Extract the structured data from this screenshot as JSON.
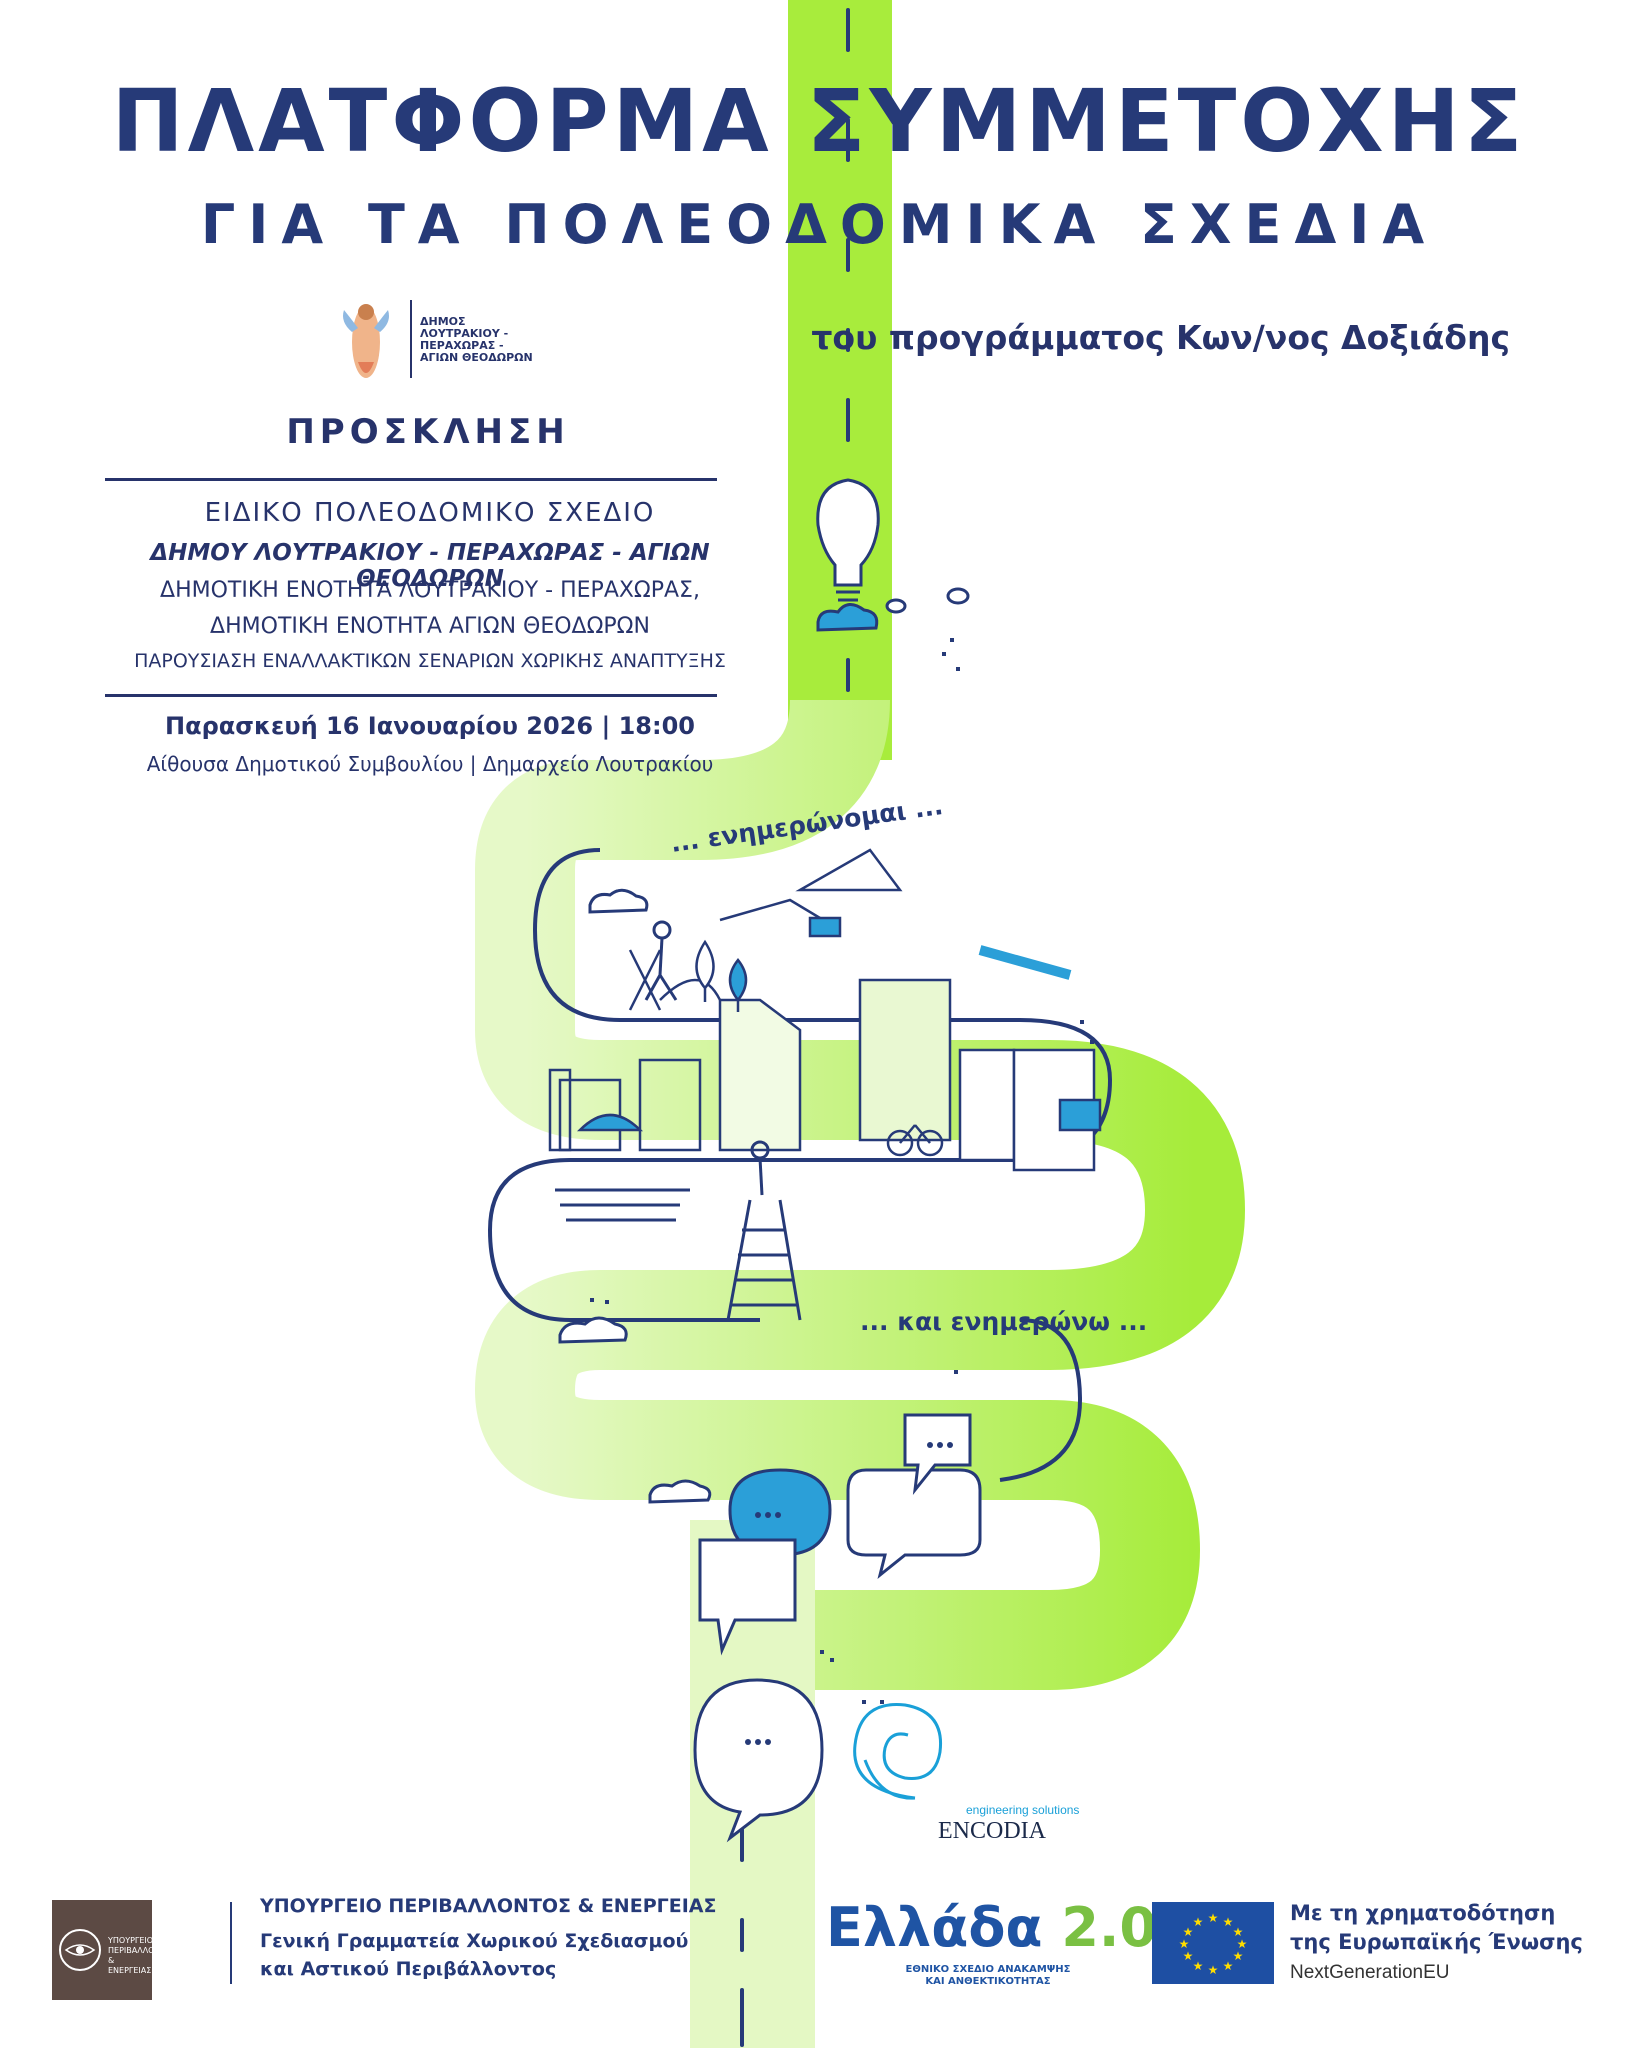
{
  "header": {
    "title_line1": "ΠΛΑΤΦΟΡΜΑ  ΣΥΜΜΕΤΟΧΗΣ",
    "title_line2": "ΓΙΑ ΤΑ ΠΟΛΕΟΔΟΜΙΚΑ ΣΧΕΔΙΑ",
    "subtitle": "του προγράμματος Κων/νος Δοξιάδης"
  },
  "municipality_logo": {
    "line1": "ΔΗΜΟΣ",
    "line2": "ΛΟΥΤΡΑΚΙΟΥ -",
    "line3": "ΠΕΡΑΧΩΡΑΣ -",
    "line4": "ΑΓΙΩΝ ΘΕΟΔΩΡΩΝ"
  },
  "invitation": {
    "heading": "ΠΡΟΣΚΛΗΣΗ",
    "plan": "ΕΙΔΙΚΟ ΠΟΛΕΟΔΟΜΙΚΟ ΣΧΕΔΙΟ",
    "municipality": "ΔΗΜΟΥ ΛΟΥΤΡΑΚΙΟΥ - ΠΕΡΑΧΩΡΑΣ - ΑΓΙΩΝ ΘΕΟΔΩΡΩΝ",
    "unit1": "ΔΗΜΟΤΙΚΗ ΕΝΟΤΗΤΑ ΛΟΥΤΡΑΚΙΟΥ - ΠΕΡΑΧΩΡΑΣ,",
    "unit2": "ΔΗΜΟΤΙΚΗ ΕΝΟΤΗΤΑ ΑΓΙΩΝ ΘΕΟΔΩΡΩΝ",
    "presentation": "ΠΑΡΟΥΣΙΑΣΗ ΕΝΑΛΛΑΚΤΙΚΩΝ ΣΕΝΑΡΙΩΝ ΧΩΡΙΚΗΣ ΑΝΑΠΤΥΞΗΣ",
    "datetime": "Παρασκευή 16 Ιανουαρίου 2026 | 18:00",
    "venue": "Αίθουσα Δημοτικού Συμβουλίου | Δημαρχείο Λουτρακίου"
  },
  "path_labels": {
    "informed": "... ενημερώνομαι ...",
    "inform": "... και ενημερώνω ..."
  },
  "footer": {
    "ministry_box_text": "ΥΠΟΥΡΓΕΙΟ ΠΕΡΙΒΑΛΛΟΝΤΟΣ & ΕΝΕΡΓΕΙΑΣ",
    "ministry_title": "ΥΠΟΥΡΓΕΙΟ ΠΕΡΙΒΑΛΛΟΝΤΟΣ & ΕΝΕΡΓΕΙΑΣ",
    "ministry_sub1": "Γενική Γραμματεία Χωρικού Σχεδιασμού",
    "ministry_sub2": "και Αστικού Περιβάλλοντος",
    "greece_word": "Ελλάδα",
    "greece_version": "2.0",
    "greece_sub1": "ΕΘΝΙΚΟ ΣΧΕΔΙΟ ΑΝΑΚΑΜΨΗΣ",
    "greece_sub2": "ΚΑΙ ΑΝΘΕΚΤΙΚΟΤΗΤΑΣ",
    "eu_line1": "Με τη χρηματοδότηση",
    "eu_line2": "της Ευρωπαϊκής Ένωσης",
    "eu_line3": "NextGenerationEU"
  },
  "encodia": {
    "tagline": "engineering solutions",
    "name": "ENCODIA"
  },
  "colors": {
    "navy": "#263a78",
    "path_green": "#a6ec3a",
    "path_light": "#e2f8c0",
    "accent_blue": "#2b9fd8"
  }
}
